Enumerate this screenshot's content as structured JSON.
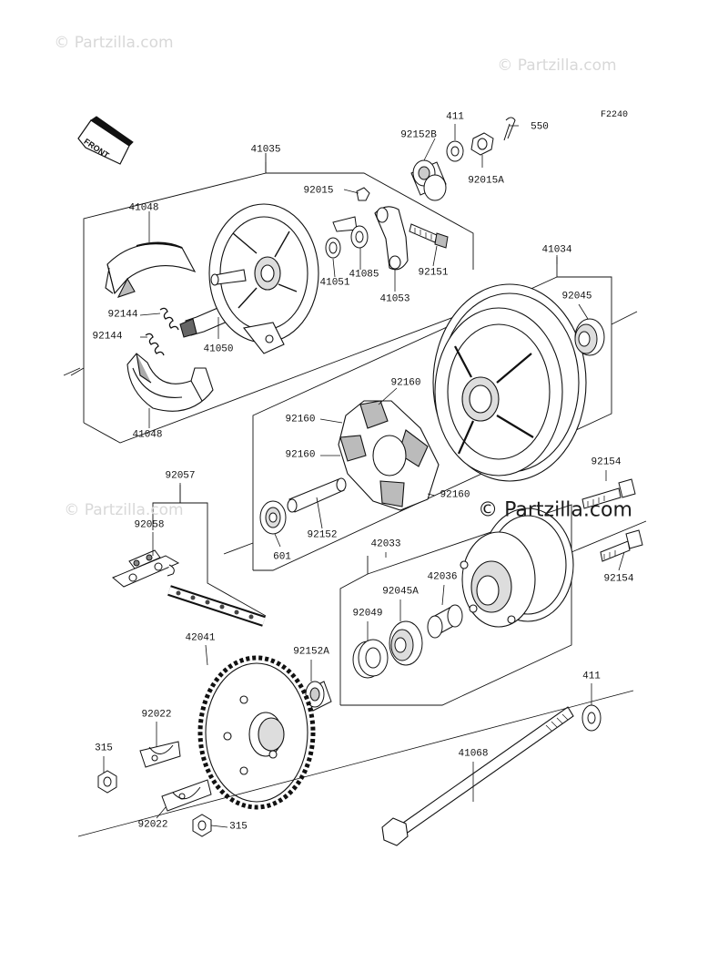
{
  "diagram_code": "F2240",
  "front_indicator": "FRONT",
  "watermarks": {
    "top_left": "© Partzilla.com",
    "top_right": "© Partzilla.com",
    "middle_left": "© Partzilla.com",
    "middle_right": "© Partzilla.com"
  },
  "part_labels": [
    "41035",
    "41048",
    "92144",
    "92144",
    "41050",
    "41048",
    "92015",
    "92152B",
    "411",
    "550",
    "92015A",
    "41051",
    "41085",
    "92151",
    "41053",
    "41034",
    "92045",
    "92160",
    "92160",
    "92160",
    "92160",
    "92152",
    "601",
    "92057",
    "92058",
    "92154",
    "92154",
    "42033",
    "42036",
    "92045A",
    "92049",
    "92152A",
    "42041",
    "92022",
    "315",
    "92022",
    "315",
    "411",
    "41068"
  ]
}
